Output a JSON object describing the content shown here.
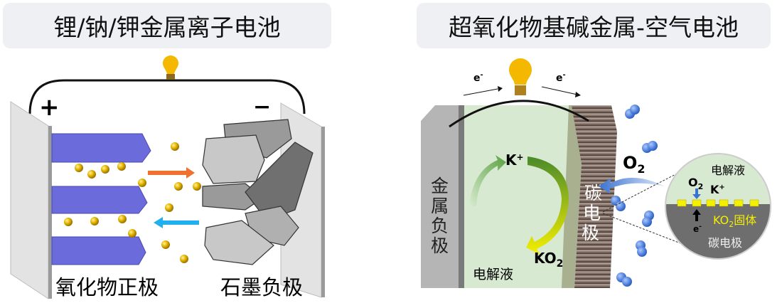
{
  "left_panel": {
    "title": "锂/钠/钾金属离子电池",
    "plus_sign": "+",
    "minus_sign": "−",
    "cathode_label": "氧化物正极",
    "anode_label": "石墨负极"
  },
  "right_panel": {
    "title": "超氧化物基碱金属-空气电池",
    "electron_left": "e",
    "electron_right": "e",
    "electron_sup": "-",
    "k_ion": "K",
    "k_sup": "+",
    "ko2": "KO",
    "sub2": "2",
    "o2": "O",
    "electrolyte": "电解液",
    "metal_anode": [
      "金",
      "属",
      "负",
      "极"
    ],
    "carbon_electrode": [
      "碳",
      "电",
      "极"
    ],
    "inset": {
      "electrolyte": "电解液",
      "o2": "O",
      "k_ion": "K",
      "ko2_solid_prefix": "KO",
      "ko2_solid_suffix": "固体",
      "electron": "e",
      "carbon_electrode": "碳电极"
    }
  },
  "colors": {
    "title_bg": "#eff0f3",
    "bulb": "#f5b800",
    "cathode_blue": "#6b6bdc",
    "ion_gold": "#e0b000",
    "charge_arrow": "#f07030",
    "discharge_arrow": "#20b0f0",
    "electrolyte": "#d8e9d2",
    "o2_blue": "#3a73d0",
    "ko2_yellow": "#f5ef00"
  }
}
